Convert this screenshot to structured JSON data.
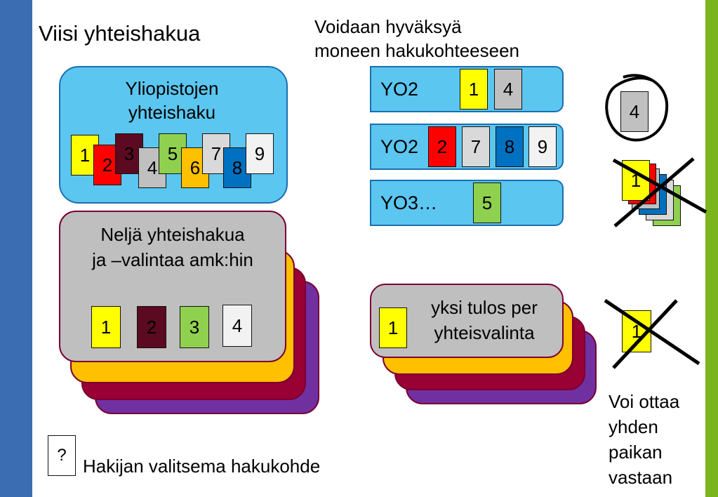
{
  "colors": {
    "left_bar": "#3b6db3",
    "right_bar": "#7ab51d",
    "yellow": "#ffff00",
    "red": "#ff0000",
    "maroon": "#5c0a22",
    "gray": "#c0c0c0",
    "green": "#8fd14f",
    "orange": "#ffc000",
    "silver": "#d9d9d9",
    "blue": "#0070c0",
    "white": "#f2f2f2"
  },
  "title": "Viisi yhteishakua",
  "note": {
    "line1": "Voidaan hyväksyä",
    "line2": "moneen hakukohteeseen"
  },
  "university": {
    "line1": "Yliopistojen",
    "line2": "yhteishaku",
    "cards": [
      "1",
      "2",
      "3",
      "4",
      "5",
      "6",
      "7",
      "8",
      "9"
    ]
  },
  "amk": {
    "line1": "Neljä yhteishakua",
    "line2": "ja –valintaa amk:hin",
    "cards": [
      "1",
      "2",
      "3",
      "4"
    ]
  },
  "rows": [
    {
      "label": "YO2",
      "cards": [
        "1",
        "4"
      ]
    },
    {
      "label": "YO2",
      "cards": [
        "2",
        "7",
        "8",
        "9"
      ]
    },
    {
      "label": "YO3…",
      "cards": [
        "5"
      ]
    }
  ],
  "result": {
    "line1": "yksi tulos per",
    "line2": "yhteisvalinta",
    "card": "1"
  },
  "right": {
    "circled_card": "4",
    "crossed_stack_card": "1",
    "crossed_card": "1",
    "caption": [
      "Voi ottaa",
      "yhden",
      "paikan",
      "vastaan"
    ]
  },
  "legend": {
    "card": "?",
    "label": "Hakijan valitsema hakukohde"
  }
}
